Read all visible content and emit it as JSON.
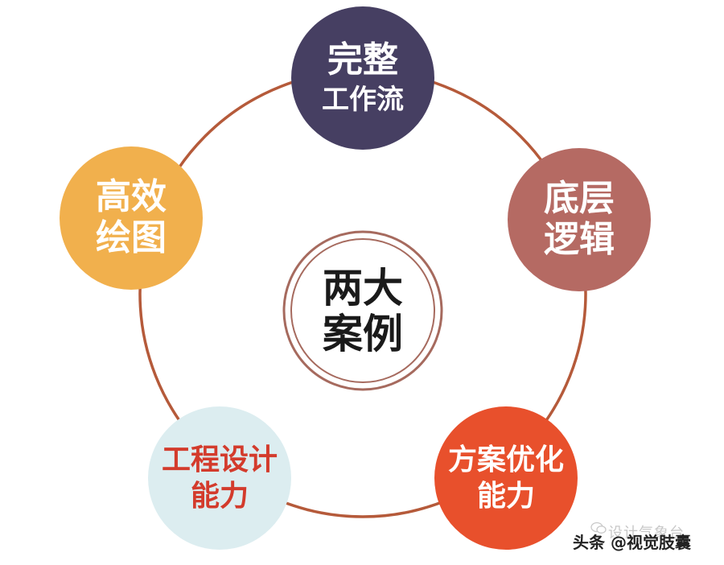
{
  "colors": {
    "ring": "#b55a3a",
    "center_ring": "#a66a5e",
    "top": "#463f62",
    "right": "#b56a63",
    "left": "#f1b04d",
    "bottom_left": "#dcedf0",
    "bottom_left_text": "#d33b2c",
    "bottom_right": "#e8502c"
  },
  "center": {
    "line1": "两大",
    "line2": "案例"
  },
  "nodes": {
    "top": {
      "line1": "完整",
      "line2": "工作流"
    },
    "right": {
      "line1": "底层",
      "line2": "逻辑"
    },
    "left": {
      "line1": "高效",
      "line2": "绘图"
    },
    "bottom_left": {
      "line1": "工程设计",
      "line2": "能力"
    },
    "bottom_right": {
      "line1": "方案优化",
      "line2": "能力"
    }
  },
  "watermark": {
    "faint": "设计气象台",
    "main": "头条 @视觉肢囊",
    "icon": "wechat-icon"
  }
}
